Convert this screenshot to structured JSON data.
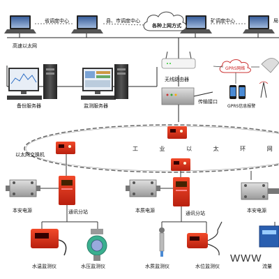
{
  "top_network": {
    "nodes": [
      "省调度中心",
      "县、市调度中心",
      "矿调度中心",
      "局"
    ],
    "cloud_label": "各种上网方式",
    "backbone_label": "高速以太网"
  },
  "server_area": {
    "backup_server": "备份服务器",
    "monitor_server": "监测服务器",
    "wireless_router": "无线路由器",
    "transfer_port": "传输接口",
    "gprs_network": "GPRS网络",
    "gprs_alarm": "GPRS信息报警"
  },
  "ring": {
    "label": "工 业 以 太 环 网",
    "switch_label": "以太网交换机"
  },
  "field": {
    "power_left": "本安电源",
    "station_left": "通讯分站",
    "power_mid": "本质电源",
    "station_mid": "通讯分站",
    "power_right": "本安电源",
    "sensors": [
      "水温监测仪",
      "水压监测仪",
      "水质监测仪",
      "水位监测仪",
      "流量"
    ]
  },
  "watermark": "WWW"
}
